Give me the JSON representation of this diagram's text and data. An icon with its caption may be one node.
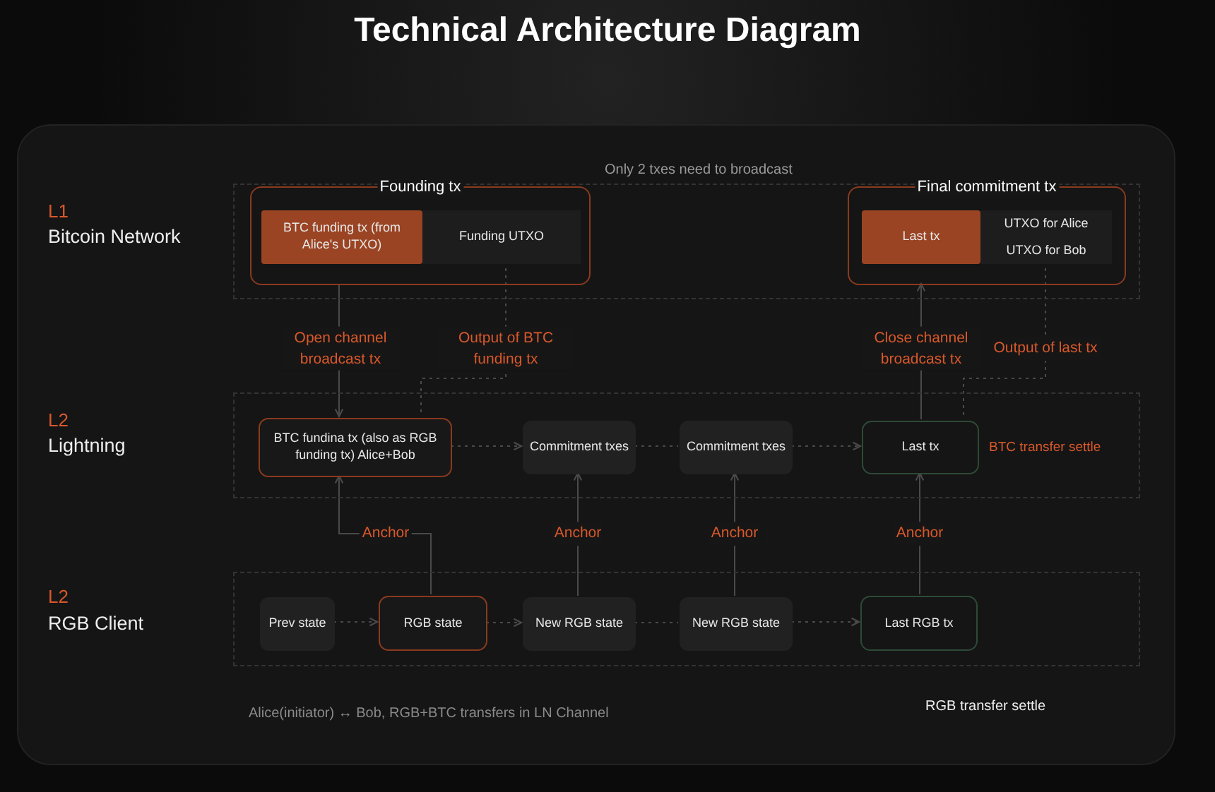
{
  "diagram": {
    "title": "Technical Architecture Diagram",
    "nodes": [
      {
        "text": [],
        "shape": "band"
      },
      {
        "text": [
          "Founding tx"
        ],
        "in": 0
      },
      {
        "text": [
          "BTC funding tx (from Alice's UTXO)"
        ],
        "in": 1
      },
      {
        "text": [
          "Funding UTXO"
        ],
        "in": 1
      },
      {
        "text": [
          "Final commitment tx"
        ],
        "in": 0
      },
      {
        "text": [
          "Last tx"
        ],
        "in": 4
      },
      {
        "text": [
          "UTXO for Alice"
        ],
        "in": 4
      },
      {
        "text": [
          "UTXO for Bob"
        ],
        "in": 4
      },
      {
        "text": [],
        "shape": "band"
      },
      {
        "text": [
          "BTC fundina tx (also as RGB funding tx) Alice+Bob"
        ],
        "in": 8
      },
      {
        "text": [
          "Commitment txes"
        ],
        "in": 8
      },
      {
        "text": [
          "Commitment txes"
        ],
        "in": 8
      },
      {
        "text": [
          "Last tx"
        ],
        "in": 8,
        "beside": [
          "BTC transfer settle"
        ]
      },
      {
        "text": [],
        "shape": "band"
      },
      {
        "text": [
          "Prev state"
        ],
        "in": 13
      },
      {
        "text": [
          "RGB state"
        ],
        "in": 13
      },
      {
        "text": [
          "New RGB state"
        ],
        "in": 13
      },
      {
        "text": [
          "New RGB state"
        ],
        "in": 13
      },
      {
        "text": [
          "Last RGB tx"
        ],
        "in": 13
      }
    ],
    "edges": [
      {
        "from": 1,
        "to": 9,
        "arrow": "to",
        "label": "Open channel broadcast tx"
      },
      {
        "from": 3,
        "to": 9,
        "arrow": "none",
        "label": "Output of BTC funding tx",
        "style": "dashed"
      },
      {
        "from": 12,
        "to": 4,
        "arrow": "to",
        "label": "Close channel broadcast tx"
      },
      {
        "from": 7,
        "to": 12,
        "arrow": "none",
        "label": "Output of last tx",
        "style": "dashed"
      },
      {
        "from": 9,
        "to": 10,
        "arrow": "to",
        "style": "dashed"
      },
      {
        "from": 10,
        "to": 11,
        "arrow": "none",
        "style": "dashed"
      },
      {
        "from": 11,
        "to": 12,
        "arrow": "to",
        "style": "dashed"
      },
      {
        "from": 14,
        "to": 15,
        "arrow": "to",
        "style": "dashed"
      },
      {
        "from": 15,
        "to": 16,
        "arrow": "to",
        "style": "dashed"
      },
      {
        "from": 16,
        "to": 17,
        "arrow": "none",
        "style": "dashed"
      },
      {
        "from": 17,
        "to": 18,
        "arrow": "to",
        "style": "dashed"
      },
      {
        "from": 15,
        "to": 9,
        "arrow": "to",
        "label": "Anchor"
      },
      {
        "from": 16,
        "to": 10,
        "arrow": "to",
        "label": "Anchor"
      },
      {
        "from": 17,
        "to": 11,
        "arrow": "to",
        "label": "Anchor"
      },
      {
        "from": 18,
        "to": 12,
        "arrow": "to",
        "label": "Anchor"
      }
    ],
    "labels": [
      "L1",
      "Bitcoin Network",
      "L2",
      "Lightning",
      "L2",
      "RGB Client",
      "Only 2 txes need to broadcast",
      "Alice(initiator) ↔ Bob, RGB+BTC transfers in LN Channel",
      "RGB transfer settle"
    ]
  }
}
